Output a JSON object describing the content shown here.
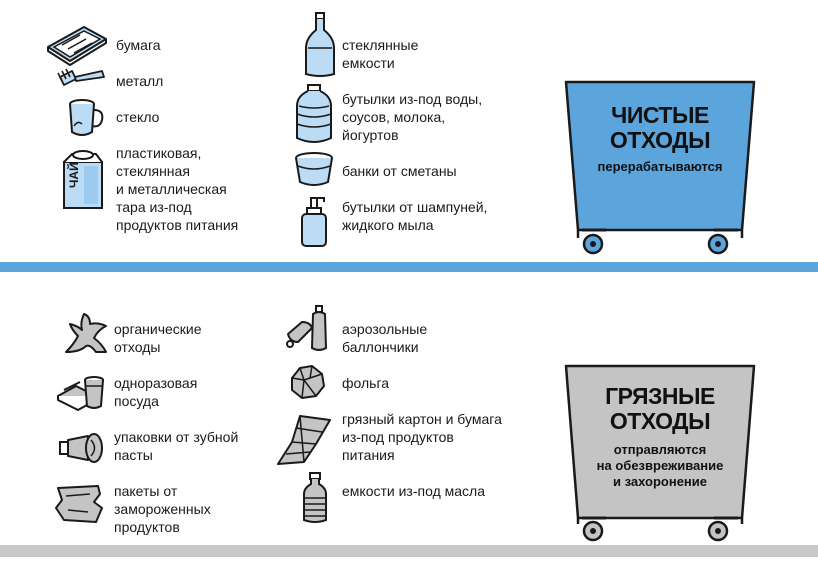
{
  "clean_section": {
    "col1": [
      {
        "icon": "paper-icon",
        "label": "бумага"
      },
      {
        "icon": "fork-icon",
        "label": "металл"
      },
      {
        "icon": "glass-cup-icon",
        "label": "стекло"
      },
      {
        "icon": "tea-tin-icon",
        "label": "пластиковая,\nстеклянная\nи металлическая\nтара из-под\nпродуктов питания",
        "icon_text": "ЧАЙ"
      }
    ],
    "col2": [
      {
        "icon": "glass-bottle-icon",
        "label": "стеклянные\nемкости"
      },
      {
        "icon": "water-bottle-icon",
        "label": "бутылки из-под воды,\nсоусов, молока,\nйогуртов"
      },
      {
        "icon": "sour-cream-jar-icon",
        "label": "банки от сметаны"
      },
      {
        "icon": "pump-bottle-icon",
        "label": "бутылки от шампуней,\nжидкого мыла"
      }
    ],
    "bin": {
      "title": "ЧИСТЫЕ\nОТХОДЫ",
      "subtitle": "перерабатываются",
      "color": "#5ca4dc"
    }
  },
  "dirty_section": {
    "col1": [
      {
        "icon": "banana-peel-icon",
        "label": "органические\nотходы"
      },
      {
        "icon": "disposable-dishes-icon",
        "label": "одноразовая\nпосуда"
      },
      {
        "icon": "toothpaste-tube-icon",
        "label": "упаковки от зубной\nпасты"
      },
      {
        "icon": "frozen-bag-icon",
        "label": "пакеты от\nзамороженных\nпродуктов"
      }
    ],
    "col2": [
      {
        "icon": "aerosol-can-icon",
        "label": "аэрозольные\nбаллончики"
      },
      {
        "icon": "foil-ball-icon",
        "label": "фольга"
      },
      {
        "icon": "dirty-cardboard-icon",
        "label": "грязный картон и бумага\nиз-под продуктов\nпитания"
      },
      {
        "icon": "oil-bottle-icon",
        "label": "емкости из-под масла"
      }
    ],
    "bin": {
      "title": "ГРЯЗНЫЕ\nОТХОДЫ",
      "subtitle": "отправляются\nна обезвреживание\nи захоронение",
      "color": "#c4c4c4"
    }
  },
  "colors": {
    "divider_blue": "#5ca4dc",
    "divider_gray": "#c8c8c8",
    "icon_fill": "#ffffff",
    "icon_stroke": "#1a1a1a",
    "icon_accent": "#bcdcf5"
  }
}
